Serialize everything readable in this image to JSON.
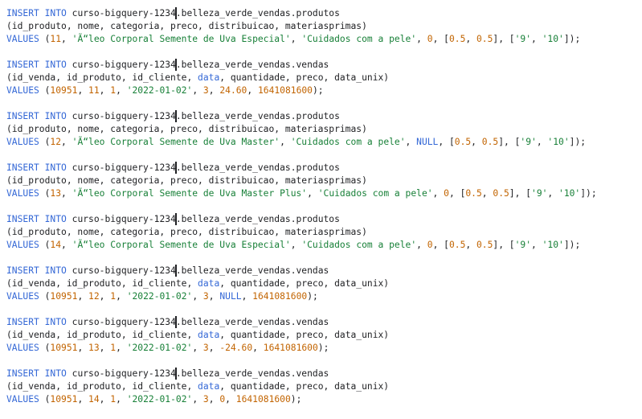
{
  "statements": [
    {
      "kw": "INSERT INTO",
      "project": "curso-bigquery-1234",
      "table": ".belleza_verde_vendas.produtos",
      "cols": [
        "(id_produto, nome, categoria, preco, distribuicao, materiasprimas)"
      ],
      "values": [
        {
          "t": "kw",
          "v": "VALUES"
        },
        {
          "t": "plain",
          "v": " ("
        },
        {
          "t": "num",
          "v": "11"
        },
        {
          "t": "plain",
          "v": ", "
        },
        {
          "t": "str",
          "v": "'Ã“leo Corporal Semente de Uva Especial'"
        },
        {
          "t": "plain",
          "v": ", "
        },
        {
          "t": "str",
          "v": "'Cuidados com a pele'"
        },
        {
          "t": "plain",
          "v": ", "
        },
        {
          "t": "num",
          "v": "0"
        },
        {
          "t": "plain",
          "v": ", ["
        },
        {
          "t": "num",
          "v": "0.5"
        },
        {
          "t": "plain",
          "v": ", "
        },
        {
          "t": "num",
          "v": "0.5"
        },
        {
          "t": "plain",
          "v": "], ["
        },
        {
          "t": "str",
          "v": "'9'"
        },
        {
          "t": "plain",
          "v": ", "
        },
        {
          "t": "str",
          "v": "'10'"
        },
        {
          "t": "plain",
          "v": "]);"
        }
      ]
    },
    {
      "kw": "INSERT INTO",
      "project": "curso-bigquery-1234",
      "table": ".belleza_verde_vendas.vendas",
      "cols": [
        "(id_venda, id_produto, id_cliente, ",
        "data",
        ", quantidade, preco, data_unix)"
      ],
      "values": [
        {
          "t": "kw",
          "v": "VALUES"
        },
        {
          "t": "plain",
          "v": " ("
        },
        {
          "t": "num",
          "v": "10951"
        },
        {
          "t": "plain",
          "v": ", "
        },
        {
          "t": "num",
          "v": "11"
        },
        {
          "t": "plain",
          "v": ", "
        },
        {
          "t": "num",
          "v": "1"
        },
        {
          "t": "plain",
          "v": ", "
        },
        {
          "t": "str",
          "v": "'2022-01-02'"
        },
        {
          "t": "plain",
          "v": ", "
        },
        {
          "t": "num",
          "v": "3"
        },
        {
          "t": "plain",
          "v": ", "
        },
        {
          "t": "num",
          "v": "24.60"
        },
        {
          "t": "plain",
          "v": ", "
        },
        {
          "t": "num",
          "v": "1641081600"
        },
        {
          "t": "plain",
          "v": ");"
        }
      ]
    },
    {
      "kw": "INSERT INTO",
      "project": "curso-bigquery-1234",
      "table": ".belleza_verde_vendas.produtos",
      "cols": [
        "(id_produto, nome, categoria, preco, distribuicao, materiasprimas)"
      ],
      "values": [
        {
          "t": "kw",
          "v": "VALUES"
        },
        {
          "t": "plain",
          "v": " ("
        },
        {
          "t": "num",
          "v": "12"
        },
        {
          "t": "plain",
          "v": ", "
        },
        {
          "t": "str",
          "v": "'Ã“leo Corporal Semente de Uva Master'"
        },
        {
          "t": "plain",
          "v": ", "
        },
        {
          "t": "str",
          "v": "'Cuidados com a pele'"
        },
        {
          "t": "plain",
          "v": ", "
        },
        {
          "t": "nul",
          "v": "NULL"
        },
        {
          "t": "plain",
          "v": ", ["
        },
        {
          "t": "num",
          "v": "0.5"
        },
        {
          "t": "plain",
          "v": ", "
        },
        {
          "t": "num",
          "v": "0.5"
        },
        {
          "t": "plain",
          "v": "], ["
        },
        {
          "t": "str",
          "v": "'9'"
        },
        {
          "t": "plain",
          "v": ", "
        },
        {
          "t": "str",
          "v": "'10'"
        },
        {
          "t": "plain",
          "v": "]);"
        }
      ]
    },
    {
      "kw": "INSERT INTO",
      "project": "curso-bigquery-1234",
      "table": ".belleza_verde_vendas.produtos",
      "cols": [
        "(id_produto, nome, categoria, preco, distribuicao, materiasprimas)"
      ],
      "values": [
        {
          "t": "kw",
          "v": "VALUES"
        },
        {
          "t": "plain",
          "v": " ("
        },
        {
          "t": "num",
          "v": "13"
        },
        {
          "t": "plain",
          "v": ", "
        },
        {
          "t": "str",
          "v": "'Ã“leo Corporal Semente de Uva Master Plus'"
        },
        {
          "t": "plain",
          "v": ", "
        },
        {
          "t": "str",
          "v": "'Cuidados com a pele'"
        },
        {
          "t": "plain",
          "v": ", "
        },
        {
          "t": "num",
          "v": "0"
        },
        {
          "t": "plain",
          "v": ", ["
        },
        {
          "t": "num",
          "v": "0.5"
        },
        {
          "t": "plain",
          "v": ", "
        },
        {
          "t": "num",
          "v": "0.5"
        },
        {
          "t": "plain",
          "v": "], ["
        },
        {
          "t": "str",
          "v": "'9'"
        },
        {
          "t": "plain",
          "v": ", "
        },
        {
          "t": "str",
          "v": "'10'"
        },
        {
          "t": "plain",
          "v": "]);"
        }
      ]
    },
    {
      "kw": "INSERT INTO",
      "project": "curso-bigquery-1234",
      "table": ".belleza_verde_vendas.produtos",
      "cols": [
        "(id_produto, nome, categoria, preco, distribuicao, materiasprimas)"
      ],
      "values": [
        {
          "t": "kw",
          "v": "VALUES"
        },
        {
          "t": "plain",
          "v": " ("
        },
        {
          "t": "num",
          "v": "14"
        },
        {
          "t": "plain",
          "v": ", "
        },
        {
          "t": "str",
          "v": "'Ã“leo Corporal Semente de Uva Especial'"
        },
        {
          "t": "plain",
          "v": ", "
        },
        {
          "t": "str",
          "v": "'Cuidados com a pele'"
        },
        {
          "t": "plain",
          "v": ", "
        },
        {
          "t": "num",
          "v": "0"
        },
        {
          "t": "plain",
          "v": ", ["
        },
        {
          "t": "num",
          "v": "0.5"
        },
        {
          "t": "plain",
          "v": ", "
        },
        {
          "t": "num",
          "v": "0.5"
        },
        {
          "t": "plain",
          "v": "], ["
        },
        {
          "t": "str",
          "v": "'9'"
        },
        {
          "t": "plain",
          "v": ", "
        },
        {
          "t": "str",
          "v": "'10'"
        },
        {
          "t": "plain",
          "v": "]);"
        }
      ]
    },
    {
      "kw": "INSERT INTO",
      "project": "curso-bigquery-1234",
      "table": ".belleza_verde_vendas.vendas",
      "cols": [
        "(id_venda, id_produto, id_cliente, ",
        "data",
        ", quantidade, preco, data_unix)"
      ],
      "values": [
        {
          "t": "kw",
          "v": "VALUES"
        },
        {
          "t": "plain",
          "v": " ("
        },
        {
          "t": "num",
          "v": "10951"
        },
        {
          "t": "plain",
          "v": ", "
        },
        {
          "t": "num",
          "v": "12"
        },
        {
          "t": "plain",
          "v": ", "
        },
        {
          "t": "num",
          "v": "1"
        },
        {
          "t": "plain",
          "v": ", "
        },
        {
          "t": "str",
          "v": "'2022-01-02'"
        },
        {
          "t": "plain",
          "v": ", "
        },
        {
          "t": "num",
          "v": "3"
        },
        {
          "t": "plain",
          "v": ", "
        },
        {
          "t": "nul",
          "v": "NULL"
        },
        {
          "t": "plain",
          "v": ", "
        },
        {
          "t": "num",
          "v": "1641081600"
        },
        {
          "t": "plain",
          "v": ");"
        }
      ]
    },
    {
      "kw": "INSERT INTO",
      "project": "curso-bigquery-1234",
      "table": ".belleza_verde_vendas.vendas",
      "cols": [
        "(id_venda, id_produto, id_cliente, ",
        "data",
        ", quantidade, preco, data_unix)"
      ],
      "values": [
        {
          "t": "kw",
          "v": "VALUES"
        },
        {
          "t": "plain",
          "v": " ("
        },
        {
          "t": "num",
          "v": "10951"
        },
        {
          "t": "plain",
          "v": ", "
        },
        {
          "t": "num",
          "v": "13"
        },
        {
          "t": "plain",
          "v": ", "
        },
        {
          "t": "num",
          "v": "1"
        },
        {
          "t": "plain",
          "v": ", "
        },
        {
          "t": "str",
          "v": "'2022-01-02'"
        },
        {
          "t": "plain",
          "v": ", "
        },
        {
          "t": "num",
          "v": "3"
        },
        {
          "t": "plain",
          "v": ", "
        },
        {
          "t": "num",
          "v": "-24.60"
        },
        {
          "t": "plain",
          "v": ", "
        },
        {
          "t": "num",
          "v": "1641081600"
        },
        {
          "t": "plain",
          "v": ");"
        }
      ]
    },
    {
      "kw": "INSERT INTO",
      "project": "curso-bigquery-1234",
      "table": ".belleza_verde_vendas.vendas",
      "cols": [
        "(id_venda, id_produto, id_cliente, ",
        "data",
        ", quantidade, preco, data_unix)"
      ],
      "values": [
        {
          "t": "kw",
          "v": "VALUES"
        },
        {
          "t": "plain",
          "v": " ("
        },
        {
          "t": "num",
          "v": "10951"
        },
        {
          "t": "plain",
          "v": ", "
        },
        {
          "t": "num",
          "v": "14"
        },
        {
          "t": "plain",
          "v": ", "
        },
        {
          "t": "num",
          "v": "1"
        },
        {
          "t": "plain",
          "v": ", "
        },
        {
          "t": "str",
          "v": "'2022-01-02'"
        },
        {
          "t": "plain",
          "v": ", "
        },
        {
          "t": "num",
          "v": "3"
        },
        {
          "t": "plain",
          "v": ", "
        },
        {
          "t": "num",
          "v": "0"
        },
        {
          "t": "plain",
          "v": ", "
        },
        {
          "t": "num",
          "v": "1641081600"
        },
        {
          "t": "plain",
          "v": ");"
        }
      ]
    }
  ],
  "colors": {
    "keyword": "#3367d6",
    "string": "#188038",
    "number": "#c26401",
    "text": "#202124"
  }
}
